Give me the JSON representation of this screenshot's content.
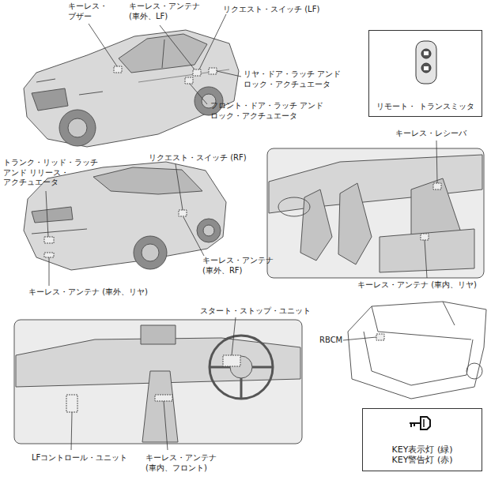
{
  "diagram": {
    "nodes": [
      {
        "text": [
          "リモート・ トランスミッタ"
        ]
      },
      {
        "text": [
          "KEY表示灯 (緑)",
          "KEY警告灯 (赤)"
        ]
      }
    ],
    "edges": [],
    "labels": [
      "キーレス・ ブザー",
      "キーレス・アンテナ (車外、LF)",
      "リクエスト・スイッチ (LF)",
      "リヤ・ドア・ラッチ アンド ロック・アクチュエータ",
      "フロント・ドア・ラッチ アンド ロック・アクチュエータ",
      "トランク・リッド・ラッチ アンド リリース・ アクチュエータ",
      "リクエスト・スイッチ (RF)",
      "キーレス・アンテナ (車外、RF)",
      "キーレス・レシーバ",
      "キーレス・アンテナ (車外、リヤ)",
      "キーレス・アンテナ (車内、リヤ)",
      "スタート・ストップ・ユニット",
      "RBCM",
      "LFコントロール・ユニット",
      "キーレス・アンテナ (車内、フロント)"
    ]
  }
}
